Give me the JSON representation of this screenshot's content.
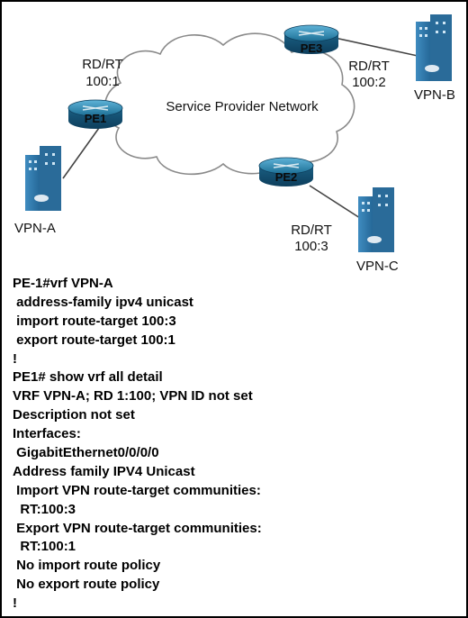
{
  "diagram": {
    "cloud_label": "Service Provider Network",
    "routers": {
      "pe1": "PE1",
      "pe2": "PE2",
      "pe3": "PE3"
    },
    "sites": {
      "vpn_a": "VPN-A",
      "vpn_b": "VPN-B",
      "vpn_c": "VPN-C"
    },
    "rd_rt": {
      "pe1": {
        "title": "RD/RT",
        "value": "100:1"
      },
      "pe3": {
        "title": "RD/RT",
        "value": "100:2"
      },
      "pe2": {
        "title": "RD/RT",
        "value": "100:3"
      }
    },
    "colors": {
      "router": "#1c6f95",
      "building": "#2a6b99",
      "cloud_stroke": "#8a8a8a"
    }
  },
  "config": {
    "lines": [
      "PE-1#vrf VPN-A",
      " address-family ipv4 unicast",
      " import route-target 100:3",
      " export route-target 100:1",
      "!",
      "PE1# show vrf all detail",
      "VRF VPN-A; RD 1:100; VPN ID not set",
      "Description not set",
      "Interfaces:",
      " GigabitEthernet0/0/0/0",
      "Address family IPV4 Unicast",
      " Import VPN route-target communities:",
      "  RT:100:3",
      " Export VPN route-target communities:",
      "  RT:100:1",
      " No import route policy",
      " No export route policy",
      "!"
    ]
  }
}
